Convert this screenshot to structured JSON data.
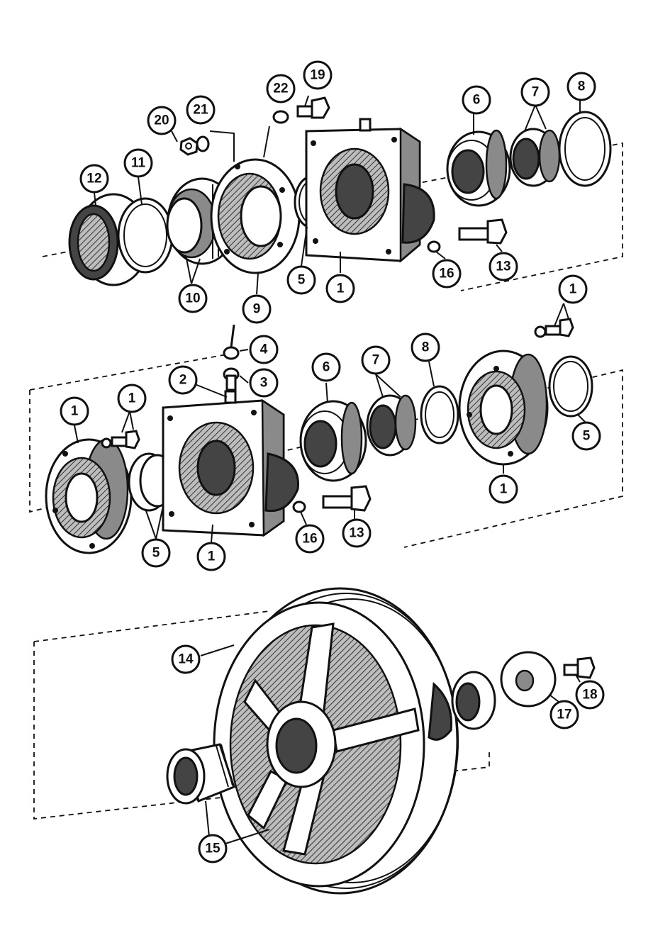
{
  "callouts": [
    {
      "id": "c12",
      "label": "12"
    },
    {
      "id": "c11",
      "label": "11"
    },
    {
      "id": "c20",
      "label": "20"
    },
    {
      "id": "c21",
      "label": "21"
    },
    {
      "id": "c22",
      "label": "22"
    },
    {
      "id": "c19",
      "label": "19"
    },
    {
      "id": "c6a",
      "label": "6"
    },
    {
      "id": "c7a",
      "label": "7"
    },
    {
      "id": "c8a",
      "label": "8"
    },
    {
      "id": "c10",
      "label": "10"
    },
    {
      "id": "c9",
      "label": "9"
    },
    {
      "id": "c5a",
      "label": "5"
    },
    {
      "id": "c1a",
      "label": "1"
    },
    {
      "id": "c16a",
      "label": "16"
    },
    {
      "id": "c13a",
      "label": "13"
    },
    {
      "id": "c1b",
      "label": "1"
    },
    {
      "id": "c4",
      "label": "4"
    },
    {
      "id": "c3",
      "label": "3"
    },
    {
      "id": "c2",
      "label": "2"
    },
    {
      "id": "c6b",
      "label": "6"
    },
    {
      "id": "c7b",
      "label": "7"
    },
    {
      "id": "c8b",
      "label": "8"
    },
    {
      "id": "c1c",
      "label": "1"
    },
    {
      "id": "c1d",
      "label": "1"
    },
    {
      "id": "c5b",
      "label": "5"
    },
    {
      "id": "c1e",
      "label": "1"
    },
    {
      "id": "c5c",
      "label": "5"
    },
    {
      "id": "c1f",
      "label": "1"
    },
    {
      "id": "c16b",
      "label": "16"
    },
    {
      "id": "c13b",
      "label": "13"
    },
    {
      "id": "c14",
      "label": "14"
    },
    {
      "id": "c17",
      "label": "17"
    },
    {
      "id": "c18",
      "label": "18"
    },
    {
      "id": "c15",
      "label": "15"
    }
  ]
}
